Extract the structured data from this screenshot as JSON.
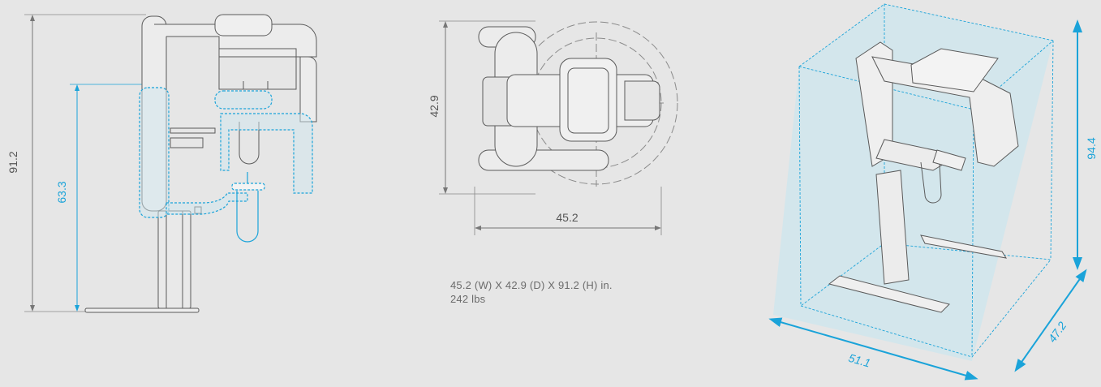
{
  "side_view": {
    "total_height_label": "91.2",
    "chin_height_label": "63.3"
  },
  "top_view": {
    "depth_label": "42.9",
    "width_label": "45.2"
  },
  "specs": {
    "dimensions": "45.2 (W) X 42.9 (D) X 91.2 (H) in.",
    "weight": "242 lbs"
  },
  "iso_view": {
    "height_label": "94.4",
    "depth_label": "47.2",
    "width_label": "51.1"
  },
  "colors": {
    "background": "#e6e6e6",
    "line": "#5a5a5a",
    "dimension_line": "#777777",
    "accent_blue": "#1aa3d9",
    "box_fill": "#cfe6ee"
  }
}
